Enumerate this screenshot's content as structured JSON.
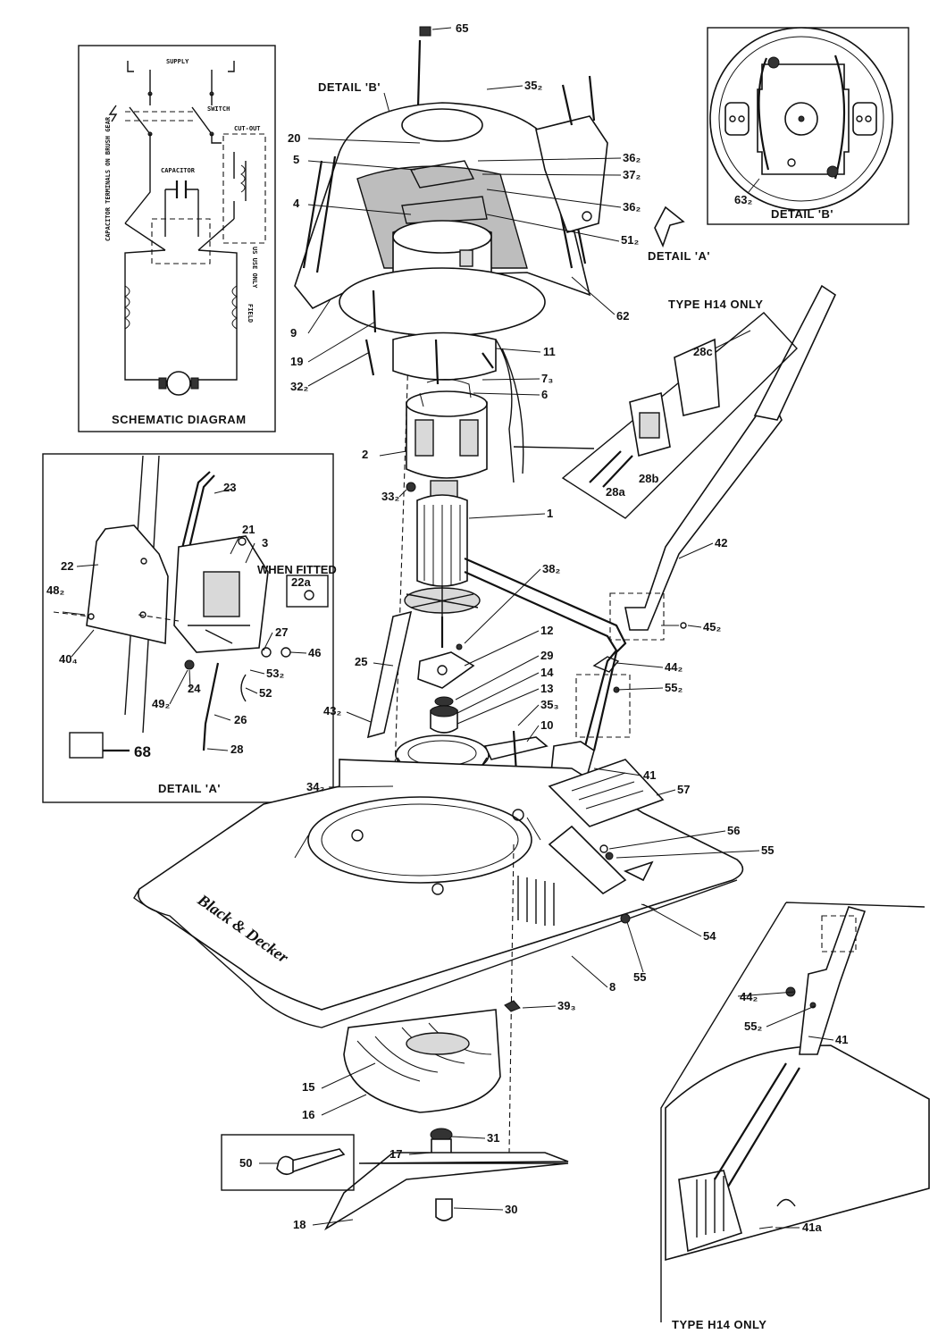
{
  "brand": "Black & Decker",
  "captions": {
    "schematic": "SCHEMATIC   DIAGRAM",
    "detail_a": "DETAIL 'A'",
    "detail_b": "DETAIL 'B'",
    "detail_b_top": "DETAIL 'B'",
    "detail_a_pointer": "DETAIL 'A'",
    "when_fitted": "WHEN FITTED",
    "type_h14_top": "TYPE H14 ONLY",
    "type_h14_bottom": "TYPE H14 ONLY"
  },
  "schematic_labels": {
    "supply": "SUPPLY",
    "switch": "SWITCH",
    "cut_out": "CUT-OUT",
    "capacitor": "CAPACITOR",
    "capacitor_terminals": "CAPACITOR TERMINALS ON BRUSH GEAR",
    "field": "FIELD",
    "us_use_only": "US USE ONLY"
  },
  "parts": {
    "p1": "1",
    "p2": "2",
    "p3": "3",
    "p4": "4",
    "p5": "5",
    "p6": "6",
    "p7": "7₃",
    "p8": "8",
    "p9": "9",
    "p10": "10",
    "p11": "11",
    "p12": "12",
    "p13": "13",
    "p14": "14",
    "p15": "15",
    "p16": "16",
    "p17": "17",
    "p18": "18",
    "p19": "19",
    "p20": "20",
    "p21": "21",
    "p22": "22",
    "p22a": "22a",
    "p23": "23",
    "p24": "24",
    "p25": "25",
    "p26": "26",
    "p27": "27",
    "p28": "28",
    "p28a": "28a",
    "p28b": "28b",
    "p28c": "28c",
    "p29": "29",
    "p30": "30",
    "p31": "31",
    "p32": "32₂",
    "p33": "33₂",
    "p34": "34₃",
    "p35a": "35₂",
    "p35b": "35₃",
    "p36a": "36₂",
    "p36b": "36₂",
    "p37": "37₂",
    "p38": "38₂",
    "p39": "39₃",
    "p40": "40₄",
    "p41a": "41",
    "p41b": "41",
    "p41c": "41a",
    "p42": "42",
    "p43": "43₂",
    "p44a": "44₂",
    "p44b": "44₂",
    "p45": "45₂",
    "p46": "46",
    "p48": "48₂",
    "p49": "49₂",
    "p50": "50",
    "p51": "51₂",
    "p52": "52",
    "p53": "53₂",
    "p54": "54",
    "p55a": "55₂",
    "p55b": "55",
    "p55c": "55",
    "p55d": "55₂",
    "p56": "56",
    "p57": "57",
    "p62": "62",
    "p63": "63₂",
    "p65": "65",
    "p68": "68"
  }
}
